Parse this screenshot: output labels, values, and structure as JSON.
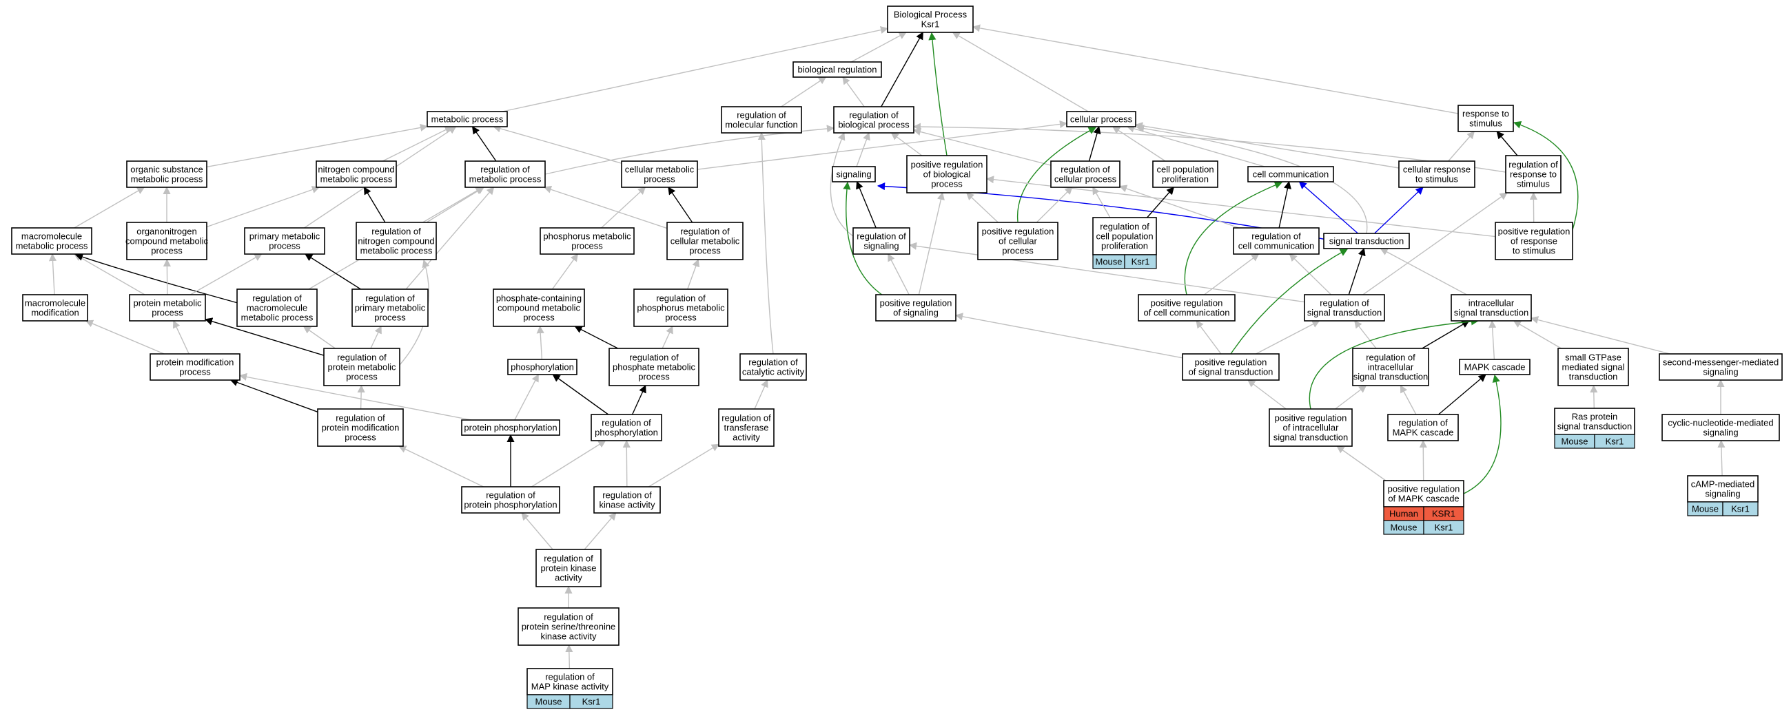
{
  "graph": {
    "colors": {
      "gray": "#c0c0c0",
      "black": "#000000",
      "green": "#228b22",
      "blue": "#0000ee",
      "mouse_fill": "#add8e6",
      "human_fill": "#ef5b3f"
    },
    "nodes": [
      {
        "id": "bp",
        "lines": [
          "Biological Process",
          "Ksr1"
        ]
      },
      {
        "id": "bioreg",
        "lines": [
          "biological regulation"
        ]
      },
      {
        "id": "metab",
        "lines": [
          "metabolic process"
        ]
      },
      {
        "id": "regmolfn",
        "lines": [
          "regulation of",
          "molecular function"
        ]
      },
      {
        "id": "regbio",
        "lines": [
          "regulation of",
          "biological process"
        ]
      },
      {
        "id": "cellproc",
        "lines": [
          "cellular process"
        ]
      },
      {
        "id": "resp",
        "lines": [
          "response to",
          "stimulus"
        ]
      },
      {
        "id": "orgsub",
        "lines": [
          "organic substance",
          "metabolic process"
        ]
      },
      {
        "id": "nitro",
        "lines": [
          "nitrogen compound",
          "metabolic process"
        ]
      },
      {
        "id": "regmetab",
        "lines": [
          "regulation of",
          "metabolic process"
        ]
      },
      {
        "id": "cellmetab",
        "lines": [
          "cellular metabolic",
          "process"
        ]
      },
      {
        "id": "signaling",
        "lines": [
          "signaling"
        ]
      },
      {
        "id": "posregbio",
        "lines": [
          "positive regulation",
          "of biological",
          "process"
        ]
      },
      {
        "id": "regcellproc",
        "lines": [
          "regulation of",
          "cellular process"
        ]
      },
      {
        "id": "cellpop",
        "lines": [
          "cell population",
          "proliferation"
        ]
      },
      {
        "id": "cellcomm",
        "lines": [
          "cell communication"
        ]
      },
      {
        "id": "cellresp",
        "lines": [
          "cellular response",
          "to stimulus"
        ]
      },
      {
        "id": "regresp",
        "lines": [
          "regulation of",
          "response to",
          "stimulus"
        ]
      },
      {
        "id": "macro",
        "lines": [
          "macromolecule",
          "metabolic process"
        ]
      },
      {
        "id": "orgnitro",
        "lines": [
          "organonitrogen",
          "compound metabolic",
          "process"
        ]
      },
      {
        "id": "primary",
        "lines": [
          "primary metabolic",
          "process"
        ]
      },
      {
        "id": "regnitro",
        "lines": [
          "regulation of",
          "nitrogen compound",
          "metabolic process"
        ]
      },
      {
        "id": "phosmetab",
        "lines": [
          "phosphorus metabolic",
          "process"
        ]
      },
      {
        "id": "regcellmetab",
        "lines": [
          "regulation of",
          "cellular metabolic",
          "process"
        ]
      },
      {
        "id": "regsig",
        "lines": [
          "regulation of",
          "signaling"
        ]
      },
      {
        "id": "posregcell",
        "lines": [
          "positive regulation",
          "of cellular",
          "process"
        ]
      },
      {
        "id": "regcellpop",
        "lines": [
          "regulation of",
          "cell population",
          "proliferation"
        ],
        "tags": [
          [
            "Mouse",
            "Ksr1"
          ]
        ]
      },
      {
        "id": "regcellcomm",
        "lines": [
          "regulation of",
          "cell communication"
        ]
      },
      {
        "id": "sigtrans",
        "lines": [
          "signal transduction"
        ]
      },
      {
        "id": "posregresp",
        "lines": [
          "positive regulation",
          "of response",
          "to stimulus"
        ]
      },
      {
        "id": "macromod",
        "lines": [
          "macromolecule",
          "modification"
        ]
      },
      {
        "id": "protmetab",
        "lines": [
          "protein metabolic",
          "process"
        ]
      },
      {
        "id": "regmacro",
        "lines": [
          "regulation of",
          "macromolecule",
          "metabolic process"
        ]
      },
      {
        "id": "regprimary",
        "lines": [
          "regulation of",
          "primary metabolic",
          "process"
        ]
      },
      {
        "id": "phoscont",
        "lines": [
          "phosphate-containing",
          "compound metabolic",
          "process"
        ]
      },
      {
        "id": "regphosmetab",
        "lines": [
          "regulation of",
          "phosphorus metabolic",
          "process"
        ]
      },
      {
        "id": "posregsig",
        "lines": [
          "positive regulation",
          "of signaling"
        ]
      },
      {
        "id": "posregcellcomm",
        "lines": [
          "positive regulation",
          "of cell communication"
        ]
      },
      {
        "id": "regsigtrans",
        "lines": [
          "regulation of",
          "signal transduction"
        ]
      },
      {
        "id": "intrasig",
        "lines": [
          "intracellular",
          "signal transduction"
        ]
      },
      {
        "id": "protmod",
        "lines": [
          "protein modification",
          "process"
        ]
      },
      {
        "id": "regprotmetab",
        "lines": [
          "regulation of",
          "protein metabolic",
          "process"
        ]
      },
      {
        "id": "phosph",
        "lines": [
          "phosphorylation"
        ]
      },
      {
        "id": "regphosphate",
        "lines": [
          "regulation of",
          "phosphate metabolic",
          "process"
        ]
      },
      {
        "id": "regcatal",
        "lines": [
          "regulation of",
          "catalytic activity"
        ]
      },
      {
        "id": "posregsigtrans",
        "lines": [
          "positive regulation",
          "of signal transduction"
        ]
      },
      {
        "id": "regintra",
        "lines": [
          "regulation of",
          "intracellular",
          "signal transduction"
        ]
      },
      {
        "id": "mapk",
        "lines": [
          "MAPK cascade"
        ]
      },
      {
        "id": "smallgtp",
        "lines": [
          "small GTPase",
          "mediated signal",
          "transduction"
        ]
      },
      {
        "id": "secmsg",
        "lines": [
          "second-messenger-mediated",
          "signaling"
        ]
      },
      {
        "id": "regprotmod",
        "lines": [
          "regulation of",
          "protein modification",
          "process"
        ]
      },
      {
        "id": "protphos",
        "lines": [
          "protein phosphorylation"
        ]
      },
      {
        "id": "regphosph",
        "lines": [
          "regulation of",
          "phosphorylation"
        ]
      },
      {
        "id": "regtransf",
        "lines": [
          "regulation of",
          "transferase",
          "activity"
        ]
      },
      {
        "id": "posregintra",
        "lines": [
          "positive regulation",
          "of intracellular",
          "signal transduction"
        ]
      },
      {
        "id": "regmapk",
        "lines": [
          "regulation of",
          "MAPK cascade"
        ]
      },
      {
        "id": "ras",
        "lines": [
          "Ras protein",
          "signal transduction"
        ],
        "tags": [
          [
            "Mouse",
            "Ksr1"
          ]
        ]
      },
      {
        "id": "cyclic",
        "lines": [
          "cyclic-nucleotide-mediated",
          "signaling"
        ]
      },
      {
        "id": "regprotphos",
        "lines": [
          "regulation of",
          "protein phosphorylation"
        ]
      },
      {
        "id": "regkinase",
        "lines": [
          "regulation of",
          "kinase activity"
        ]
      },
      {
        "id": "posregmapk",
        "lines": [
          "positive regulation",
          "of MAPK cascade"
        ],
        "tags": [
          [
            "Human",
            "KSR1"
          ],
          [
            "Mouse",
            "Ksr1"
          ]
        ]
      },
      {
        "id": "camp",
        "lines": [
          "cAMP-mediated",
          "signaling"
        ],
        "tags": [
          [
            "Mouse",
            "Ksr1"
          ]
        ]
      },
      {
        "id": "regprotkin",
        "lines": [
          "regulation of",
          "protein kinase",
          "activity"
        ]
      },
      {
        "id": "regserthr",
        "lines": [
          "regulation of",
          "protein serine/threonine",
          "kinase activity"
        ]
      },
      {
        "id": "regmapkin",
        "lines": [
          "regulation of",
          "MAP kinase activity"
        ],
        "tags": [
          [
            "Mouse",
            "Ksr1"
          ]
        ]
      }
    ],
    "edges": [
      [
        "bioreg",
        "bp",
        "gray"
      ],
      [
        "metab",
        "bp",
        "gray"
      ],
      [
        "regbio",
        "bp",
        "black"
      ],
      [
        "posregbio",
        "bp",
        "green"
      ],
      [
        "cellproc",
        "bp",
        "gray"
      ],
      [
        "resp",
        "bp",
        "gray"
      ],
      [
        "regmolfn",
        "bioreg",
        "gray"
      ],
      [
        "regbio",
        "bioreg",
        "gray"
      ],
      [
        "orgsub",
        "metab",
        "gray"
      ],
      [
        "nitro",
        "metab",
        "gray"
      ],
      [
        "regmetab",
        "metab",
        "black"
      ],
      [
        "cellmetab",
        "metab",
        "gray"
      ],
      [
        "primary",
        "metab",
        "gray"
      ],
      [
        "macro",
        "orgsub",
        "gray"
      ],
      [
        "orgnitro",
        "orgsub",
        "gray"
      ],
      [
        "orgnitro",
        "nitro",
        "gray"
      ],
      [
        "regnitro",
        "nitro",
        "black"
      ],
      [
        "regnitro",
        "regmetab",
        "gray"
      ],
      [
        "regcellmetab",
        "regmetab",
        "gray"
      ],
      [
        "regmacro",
        "regmetab",
        "gray"
      ],
      [
        "regprimary",
        "regmetab",
        "gray"
      ],
      [
        "regmetab",
        "regbio",
        "gray"
      ],
      [
        "phosmetab",
        "cellmetab",
        "gray"
      ],
      [
        "regcellmetab",
        "cellmetab",
        "black"
      ],
      [
        "cellmetab",
        "cellproc",
        "gray"
      ],
      [
        "regsig",
        "regbio",
        "gray"
      ],
      [
        "signaling",
        "regbio",
        "gray"
      ],
      [
        "posregbio",
        "regbio",
        "gray"
      ],
      [
        "regcellproc",
        "regbio",
        "gray"
      ],
      [
        "regresp",
        "regbio",
        "gray"
      ],
      [
        "regcatal",
        "regmolfn",
        "gray"
      ],
      [
        "regcellproc",
        "cellproc",
        "black"
      ],
      [
        "cellpop",
        "cellproc",
        "gray"
      ],
      [
        "cellcomm",
        "cellproc",
        "gray"
      ],
      [
        "cellresp",
        "cellproc",
        "gray"
      ],
      [
        "posregcell",
        "cellproc",
        "green"
      ],
      [
        "sigtrans",
        "cellproc",
        "gray"
      ],
      [
        "cellresp",
        "resp",
        "gray"
      ],
      [
        "regresp",
        "resp",
        "black"
      ],
      [
        "posregresp",
        "resp",
        "green"
      ],
      [
        "regsig",
        "signaling",
        "black"
      ],
      [
        "posregsig",
        "signaling",
        "green"
      ],
      [
        "sigtrans",
        "signaling",
        "blue"
      ],
      [
        "posregsig",
        "posregbio",
        "gray"
      ],
      [
        "posregcell",
        "posregbio",
        "gray"
      ],
      [
        "posregresp",
        "posregbio",
        "gray"
      ],
      [
        "posregcell",
        "regcellproc",
        "gray"
      ],
      [
        "regcellpop",
        "regcellproc",
        "gray"
      ],
      [
        "regcellcomm",
        "regcellproc",
        "gray"
      ],
      [
        "regcellpop",
        "cellpop",
        "black"
      ],
      [
        "sigtrans",
        "cellcomm",
        "blue"
      ],
      [
        "regcellcomm",
        "cellcomm",
        "black"
      ],
      [
        "posregcellcomm",
        "cellcomm",
        "green"
      ],
      [
        "sigtrans",
        "cellresp",
        "blue"
      ],
      [
        "posregresp",
        "regresp",
        "gray"
      ],
      [
        "regsigtrans",
        "regresp",
        "gray"
      ],
      [
        "protmetab",
        "macro",
        "gray"
      ],
      [
        "macromod",
        "macro",
        "gray"
      ],
      [
        "regmacro",
        "macro",
        "black"
      ],
      [
        "protmetab",
        "orgnitro",
        "gray"
      ],
      [
        "protmetab",
        "primary",
        "gray"
      ],
      [
        "regprimary",
        "primary",
        "black"
      ],
      [
        "regprotmetab",
        "regnitro",
        "gray"
      ],
      [
        "phoscont",
        "phosmetab",
        "gray"
      ],
      [
        "regphosmetab",
        "regcellmetab",
        "gray"
      ],
      [
        "posregsig",
        "regsig",
        "gray"
      ],
      [
        "regsigtrans",
        "regsig",
        "gray"
      ],
      [
        "posregcellcomm",
        "regcellcomm",
        "gray"
      ],
      [
        "regsigtrans",
        "regcellcomm",
        "gray"
      ],
      [
        "regsigtrans",
        "sigtrans",
        "black"
      ],
      [
        "intrasig",
        "sigtrans",
        "gray"
      ],
      [
        "posregsigtrans",
        "sigtrans",
        "green"
      ],
      [
        "regphosphate",
        "phoscont",
        "black"
      ],
      [
        "phosph",
        "phoscont",
        "gray"
      ],
      [
        "regphosph",
        "regphosphate",
        "black"
      ],
      [
        "regphosphate",
        "regphosmetab",
        "gray"
      ],
      [
        "protmod",
        "macromod",
        "gray"
      ],
      [
        "protmod",
        "protmetab",
        "gray"
      ],
      [
        "regprotmetab",
        "protmetab",
        "black"
      ],
      [
        "regprotmetab",
        "regmacro",
        "gray"
      ],
      [
        "regprotmetab",
        "regprimary",
        "gray"
      ],
      [
        "posregsigtrans",
        "posregsig",
        "gray"
      ],
      [
        "posregsigtrans",
        "posregcellcomm",
        "gray"
      ],
      [
        "posregsigtrans",
        "regsigtrans",
        "gray"
      ],
      [
        "regintra",
        "regsigtrans",
        "gray"
      ],
      [
        "mapk",
        "intrasig",
        "gray"
      ],
      [
        "smallgtp",
        "intrasig",
        "gray"
      ],
      [
        "secmsg",
        "intrasig",
        "gray"
      ],
      [
        "regintra",
        "intrasig",
        "black"
      ],
      [
        "posregintra",
        "intrasig",
        "green"
      ],
      [
        "regprotmod",
        "protmod",
        "black"
      ],
      [
        "protphos",
        "protmod",
        "gray"
      ],
      [
        "regprotmod",
        "regprotmetab",
        "gray"
      ],
      [
        "protphos",
        "phosph",
        "gray"
      ],
      [
        "regphosph",
        "phosph",
        "black"
      ],
      [
        "regtransf",
        "regcatal",
        "gray"
      ],
      [
        "posregintra",
        "regintra",
        "gray"
      ],
      [
        "posregintra",
        "posregsigtrans",
        "gray"
      ],
      [
        "regmapk",
        "regintra",
        "gray"
      ],
      [
        "regmapk",
        "mapk",
        "black"
      ],
      [
        "posregmapk",
        "mapk",
        "green"
      ],
      [
        "ras",
        "smallgtp",
        "gray"
      ],
      [
        "cyclic",
        "secmsg",
        "gray"
      ],
      [
        "camp",
        "cyclic",
        "gray"
      ],
      [
        "regprotphos",
        "protphos",
        "black"
      ],
      [
        "regprotphos",
        "regprotmod",
        "gray"
      ],
      [
        "regprotphos",
        "regphosph",
        "gray"
      ],
      [
        "regkinase",
        "regtransf",
        "gray"
      ],
      [
        "regkinase",
        "regphosph",
        "gray"
      ],
      [
        "posregmapk",
        "regmapk",
        "gray"
      ],
      [
        "posregmapk",
        "posregintra",
        "gray"
      ],
      [
        "regprotkin",
        "regprotphos",
        "gray"
      ],
      [
        "regprotkin",
        "regkinase",
        "gray"
      ],
      [
        "regserthr",
        "regprotkin",
        "gray"
      ],
      [
        "regmapkin",
        "regserthr",
        "gray"
      ]
    ]
  }
}
